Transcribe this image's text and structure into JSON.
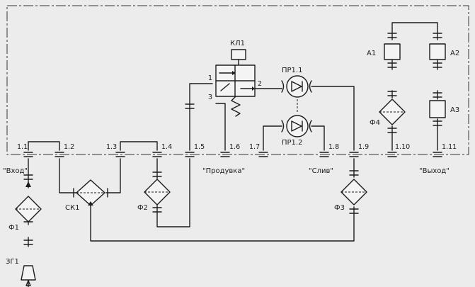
{
  "ports": [
    "1.1",
    "1.2",
    "1.3",
    "1.4",
    "1.5",
    "1.6",
    "1.7",
    "1.8",
    "1.9",
    "1.10",
    "1.11"
  ],
  "external_labels": {
    "inlet": "\"Вход\"",
    "purge": "\"Продувка\"",
    "drain": "\"Слив\"",
    "outlet": "\"Выход\""
  },
  "components": {
    "valve": "КЛ1",
    "valve_port_1": "1",
    "valve_port_2": "2",
    "valve_port_3": "3",
    "regulator_1": "ПР1.1",
    "regulator_2": "ПР1.2",
    "filter_1": "Ф1",
    "filter_2": "Ф2",
    "filter_3": "Ф3",
    "filter_4": "Ф4",
    "check_valve": "СК1",
    "source": "ЗГ1",
    "analyzer_1": "А1",
    "analyzer_2": "А2",
    "analyzer_3": "А3"
  }
}
